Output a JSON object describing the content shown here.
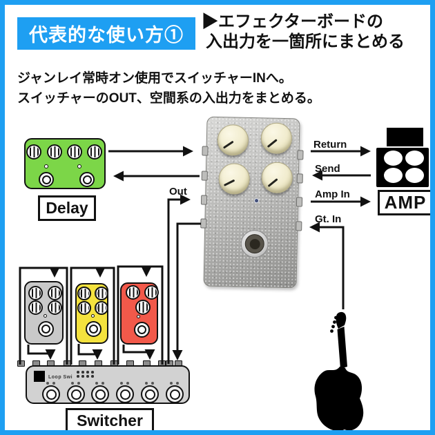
{
  "colors": {
    "frame_blue": "#1e9ff2",
    "delay_green": "#7cd648",
    "pedal_gray": "#c9c9c9",
    "pedal_yellow": "#f4e23e",
    "pedal_red": "#f2594a",
    "switcher_gray": "#d2d2d2",
    "wire_black": "#111111"
  },
  "header": {
    "badge": "代表的な使い方①",
    "title_line1": "▶エフェクターボードの",
    "title_line2": "入出力を一箇所にまとめる"
  },
  "description": {
    "line1": "ジャンレイ常時オン使用でスイッチャーINへ。",
    "line2": "スイッチャーのOUT、空間系の入出力をまとめる。"
  },
  "diagram": {
    "delay_label": "Delay",
    "switcher_label": "Switcher",
    "switcher_panel_text": "Loop Swi",
    "amp_label": "AMP",
    "wire_labels": {
      "out": "Out",
      "return": "Return",
      "send": "Send",
      "amp_in": "Amp In",
      "gt_in": "Gt. In"
    }
  }
}
